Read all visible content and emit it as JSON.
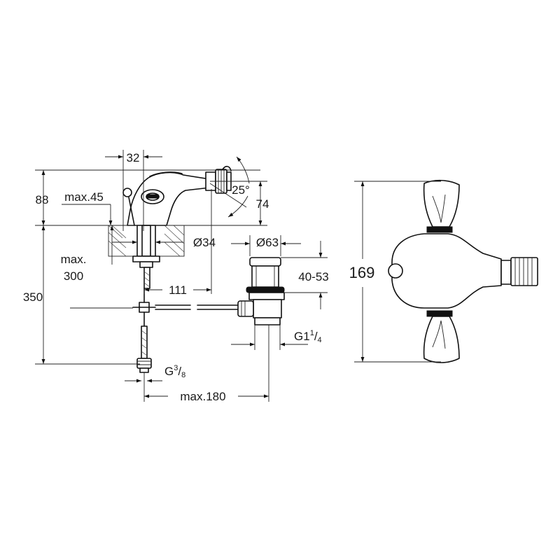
{
  "dimensions": {
    "d32": "32",
    "d25deg": "25°",
    "d88": "88",
    "d74": "74",
    "max45": "max.45",
    "dia34": "Ø34",
    "dia63": "Ø63",
    "max300_line1": "max.",
    "max300_line2": "300",
    "d40_53": "40-53",
    "d111": "111",
    "d350": "350",
    "g114_base": "G1",
    "g114_num": "1",
    "g114_den": "4",
    "g38_base": "G",
    "g38_num": "3",
    "g38_den": "8",
    "max180": "max.180",
    "d169": "169"
  }
}
